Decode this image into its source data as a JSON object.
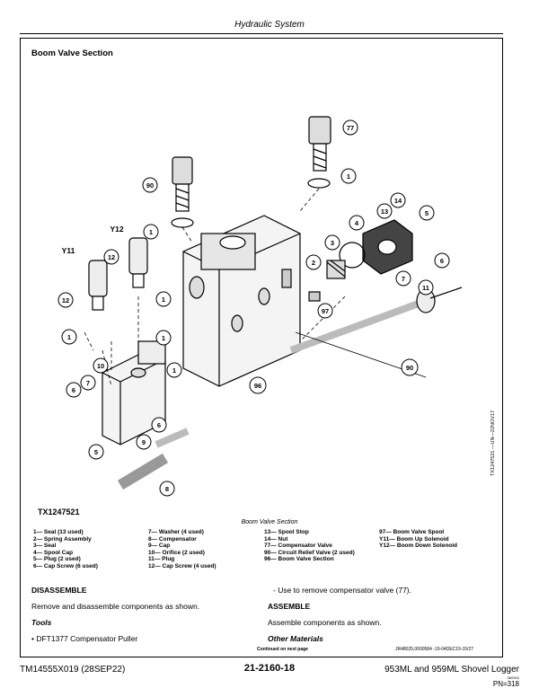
{
  "header": {
    "title": "Hydraulic System"
  },
  "section": {
    "title": "Boom Valve Section"
  },
  "figure": {
    "id": "TX1247521",
    "side_code": "TX1247521 —UN—22NOV17",
    "caption": "Boom Valve Section",
    "callouts": [
      "1",
      "2",
      "3",
      "4",
      "5",
      "6",
      "7",
      "8",
      "9",
      "10",
      "11",
      "12",
      "13",
      "14",
      "77",
      "90",
      "96",
      "97",
      "Y11",
      "Y12"
    ]
  },
  "legend": {
    "col1": [
      "1— Seal (13 used)",
      "2— Spring Assembly",
      "3— Seal",
      "4— Spool Cap",
      "5— Plug (2 used)",
      "6— Cap Screw (6 used)"
    ],
    "col2": [
      "7— Washer (4 used)",
      "8— Compensator",
      "9— Cap",
      "10— Orifice (2 used)",
      "11— Plug",
      "12— Cap Screw (4 used)"
    ],
    "col3": [
      "13— Spool Stop",
      "14— Nut",
      "77— Compensator Valve",
      "90— Circuit Relief Valve (2 used)",
      "96— Boom Valve Section"
    ],
    "col4": [
      "97— Boom Valve Spool",
      "Y11— Boom Up Solenoid",
      "Y12— Boom Down Solenoid"
    ]
  },
  "disassemble": {
    "heading": "DISASSEMBLE",
    "text": "Remove and disassemble components as shown.",
    "tools_heading": "Tools",
    "tools_item": "• DFT1377 Compensator Puller"
  },
  "assemble": {
    "step": "- Use to remove compensator valve (77).",
    "heading": "ASSEMBLE",
    "text": "Assemble components as shown.",
    "other_heading": "Other Materials",
    "continued": "Continued on next page",
    "doc_code": "JR48025,0000584 -19-04DEC19-15/27"
  },
  "footer": {
    "left": "TM14555X019 (28SEP22)",
    "center": "21-2160-18",
    "right": "953ML and 959ML Shovel Logger",
    "small": "060922",
    "pn": "PN=318"
  }
}
